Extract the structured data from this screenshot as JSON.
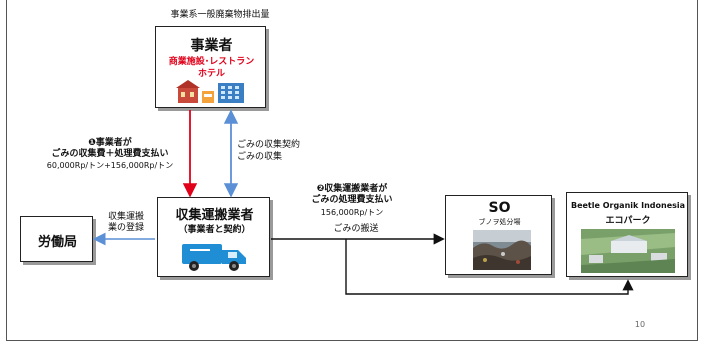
{
  "colors": {
    "red_arrow": "#e0001a",
    "blue_arrow": "#5b8fd6",
    "black_arrow": "#111111",
    "truck": "#1f8ed4",
    "red_text": "#e0001a"
  },
  "header": {
    "caption": "事業系一般廃棄物排出量"
  },
  "business": {
    "title": "事業者",
    "subtitle_line1": "商業施設･レストラン",
    "subtitle_line2": "ホテル"
  },
  "collector": {
    "title": "収集運搬業者",
    "subtitle": "（事業者と契約）"
  },
  "labor": {
    "title": "労働局"
  },
  "so": {
    "title": "SO",
    "subtitle": "ブノヲ処分場"
  },
  "beetle": {
    "title": "Beetle Organik Indonesia",
    "subtitle": "エコパーク"
  },
  "labels": {
    "pay_line1": "❶事業者が",
    "pay_line2": "ごみの収集費＋処理費支払い",
    "pay_line3": "60,000Rp/トン+156,000Rp/トン",
    "contract_line1": "ごみの収集契約",
    "contract_line2": "ごみの収集",
    "register_line1": "収集運搬",
    "register_line2": "業の登録",
    "collector_pay_line1": "❷収集運搬業者が",
    "collector_pay_line2": "ごみの処理費支払い",
    "collector_pay_line3": "156,000Rp/トン",
    "transport": "ごみの搬送"
  },
  "page_number": "10"
}
